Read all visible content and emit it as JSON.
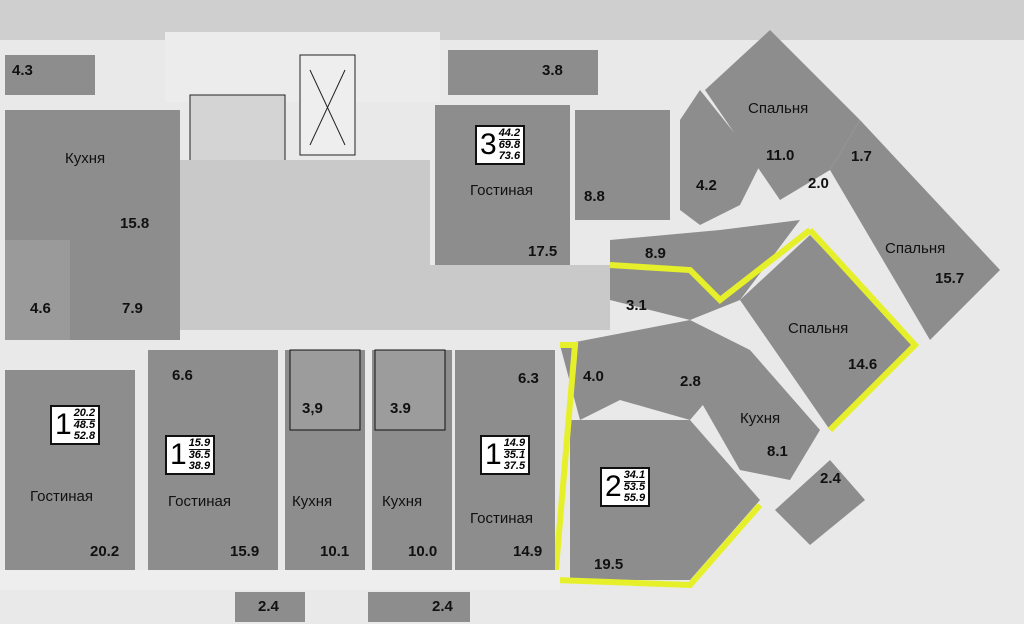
{
  "rooms": {
    "kitchen_left": "Кухня",
    "living_1": "Гостиная",
    "living_2": "Гостиная",
    "kitchen_b1": "Кухня",
    "kitchen_b2": "Кухня",
    "living_3": "Гостиная",
    "living_apt3": "Гостиная",
    "bedroom_a": "Спальня",
    "bedroom_b": "Спальня",
    "bedroom_c": "Спальня",
    "kitchen_right": "Кухня"
  },
  "areas": [
    "4.3",
    "15.8",
    "4.6",
    "7.9",
    "20.2",
    "6.6",
    "15.9",
    "3,9",
    "3.9",
    "10.1",
    "10.0",
    "6.3",
    "14.9",
    "2.4",
    "2.4",
    "3.8",
    "17.5",
    "8.8",
    "4.2",
    "8.9",
    "3.1",
    "11.0",
    "1.7",
    "2.0",
    "15.7",
    "14.6",
    "4.0",
    "2.8",
    "8.1",
    "2.4",
    "19.5"
  ],
  "apartments": [
    {
      "rooms": "1",
      "living": "20.2",
      "total": "48.5",
      "full": "52.8"
    },
    {
      "rooms": "1",
      "living": "15.9",
      "total": "36.5",
      "full": "38.9"
    },
    {
      "rooms": "1",
      "living": "14.9",
      "total": "35.1",
      "full": "37.5"
    },
    {
      "rooms": "3",
      "living": "44.2",
      "total": "69.8",
      "full": "73.6"
    },
    {
      "rooms": "2",
      "living": "34.1",
      "total": "53.5",
      "full": "55.9"
    }
  ],
  "colors": {
    "room": "#8d8d8d",
    "corridor": "#c9c9c9",
    "wall": "#f2f2f2",
    "highlight": "#e6f02a"
  }
}
